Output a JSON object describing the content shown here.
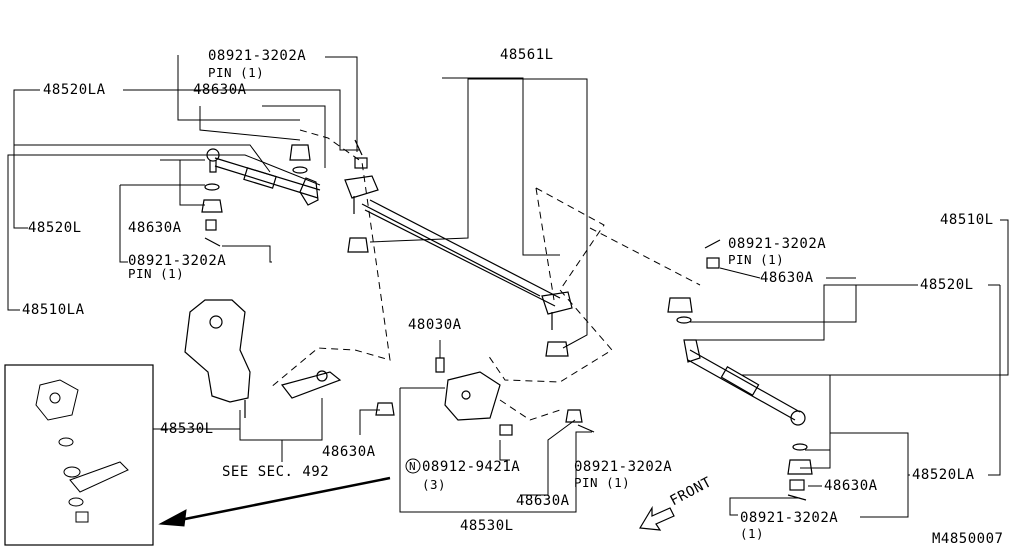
{
  "diagram": {
    "code": "M4850007",
    "labels": {
      "l_48561L": "48561L",
      "l_08921_top": "08921-3202A",
      "l_pin_top": "PIN (1)",
      "l_48520LA_top": "48520LA",
      "l_48630A_top": "48630A",
      "l_48520L_left": "48520L",
      "l_48630A_left": "48630A",
      "l_08921_left": "08921-3202A",
      "l_pin_left": "PIN (1)",
      "l_48510LA": "48510LA",
      "l_48530L_left": "48530L",
      "l_see_sec": "SEE SEC. 492",
      "l_48630A_mid": "48630A",
      "l_48030A": "48030A",
      "l_08912": "08912-9421A",
      "l_n_mark": "N",
      "l_qty3": "(3)",
      "l_48630A_bot": "48630A",
      "l_08921_bot": "08921-3202A",
      "l_pin_bot": "PIN (1)",
      "l_48530L_bot": "48530L",
      "l_front": "FRONT",
      "l_48510L": "48510L",
      "l_08921_right": "08921-3202A",
      "l_pin_right": "PIN (1)",
      "l_48630A_right": "48630A",
      "l_48520L_right": "48520L",
      "l_48520LA_right": "48520LA",
      "l_48630A_right2": "48630A",
      "l_08921_right2": "08921-3202A",
      "l_qty1": "(1)"
    }
  }
}
